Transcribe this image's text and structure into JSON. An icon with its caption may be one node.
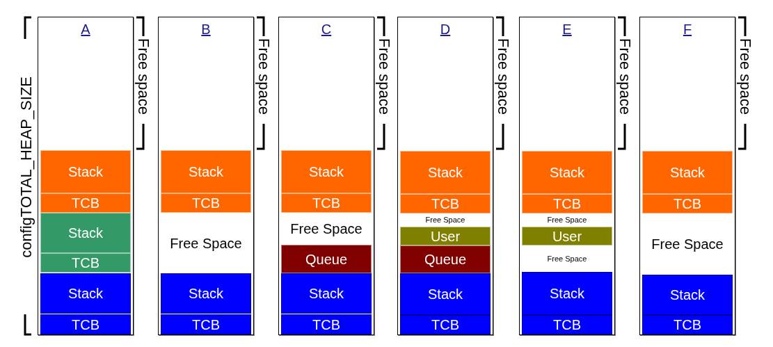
{
  "diagram": {
    "nodes": [
      {
        "text": [
          "A"
        ]
      },
      {
        "text": [
          "Stack"
        ],
        "in": 0
      },
      {
        "text": [
          "TCB"
        ],
        "in": 0
      },
      {
        "text": [
          "Stack"
        ],
        "in": 0
      },
      {
        "text": [
          "TCB"
        ],
        "in": 0
      },
      {
        "text": [
          "Stack"
        ],
        "in": 0
      },
      {
        "text": [
          "TCB"
        ],
        "in": 0
      },
      {
        "text": [
          "B"
        ]
      },
      {
        "text": [
          "Stack"
        ],
        "in": 7
      },
      {
        "text": [
          "TCB"
        ],
        "in": 7
      },
      {
        "text": [
          "Free Space"
        ],
        "in": 7
      },
      {
        "text": [
          "Stack"
        ],
        "in": 7
      },
      {
        "text": [
          "TCB"
        ],
        "in": 7
      },
      {
        "text": [
          "C"
        ]
      },
      {
        "text": [
          "Stack"
        ],
        "in": 13
      },
      {
        "text": [
          "TCB"
        ],
        "in": 13
      },
      {
        "text": [
          "Free Space"
        ],
        "in": 13
      },
      {
        "text": [
          "Queue"
        ],
        "in": 13
      },
      {
        "text": [
          "Stack"
        ],
        "in": 13
      },
      {
        "text": [
          "TCB"
        ],
        "in": 13
      },
      {
        "text": [
          "D"
        ]
      },
      {
        "text": [
          "Stack"
        ],
        "in": 20
      },
      {
        "text": [
          "TCB"
        ],
        "in": 20
      },
      {
        "text": [
          "Free Space"
        ],
        "in": 20
      },
      {
        "text": [
          "User"
        ],
        "in": 20
      },
      {
        "text": [
          "Queue"
        ],
        "in": 20
      },
      {
        "text": [
          "Stack"
        ],
        "in": 20
      },
      {
        "text": [
          "TCB"
        ],
        "in": 20
      },
      {
        "text": [
          "E"
        ]
      },
      {
        "text": [
          "Stack"
        ],
        "in": 28
      },
      {
        "text": [
          "TCB"
        ],
        "in": 28
      },
      {
        "text": [
          "Free Space"
        ],
        "in": 28
      },
      {
        "text": [
          "User"
        ],
        "in": 28
      },
      {
        "text": [
          "Free Space"
        ],
        "in": 28
      },
      {
        "text": [
          "Stack"
        ],
        "in": 28
      },
      {
        "text": [
          "TCB"
        ],
        "in": 28
      },
      {
        "text": [
          "F"
        ]
      },
      {
        "text": [
          "Stack"
        ],
        "in": 36
      },
      {
        "text": [
          "TCB"
        ],
        "in": 36
      },
      {
        "text": [
          "Free Space"
        ],
        "in": 36
      },
      {
        "text": [
          "Stack"
        ],
        "in": 36
      },
      {
        "text": [
          "TCB"
        ],
        "in": 36
      }
    ],
    "labels": [
      "configTOTAL_HEAP_SIZE",
      "Free space",
      "Free space",
      "Free space",
      "Free space",
      "Free space",
      "Free space"
    ]
  }
}
